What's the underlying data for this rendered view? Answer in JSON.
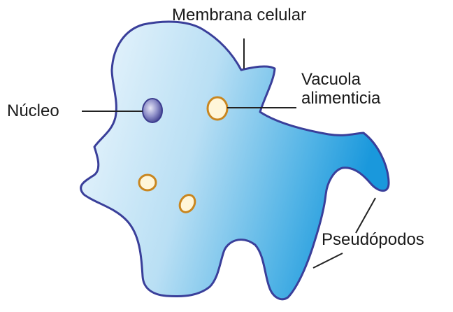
{
  "labels": {
    "membrane": "Membrana celular",
    "vacuole_line1": "Vacuola",
    "vacuole_line2": "alimenticia",
    "nucleus": "Núcleo",
    "pseudopods": "Pseudópodos"
  },
  "colors": {
    "outline": "#3a3f9a",
    "body_light": "#eaf5fd",
    "body_dark": "#1a98dc",
    "nucleus": "#5b5ca8",
    "vacuole_ring": "#c9861f",
    "vacuole_fill": "#fff6d9",
    "leader_line": "#222222"
  }
}
